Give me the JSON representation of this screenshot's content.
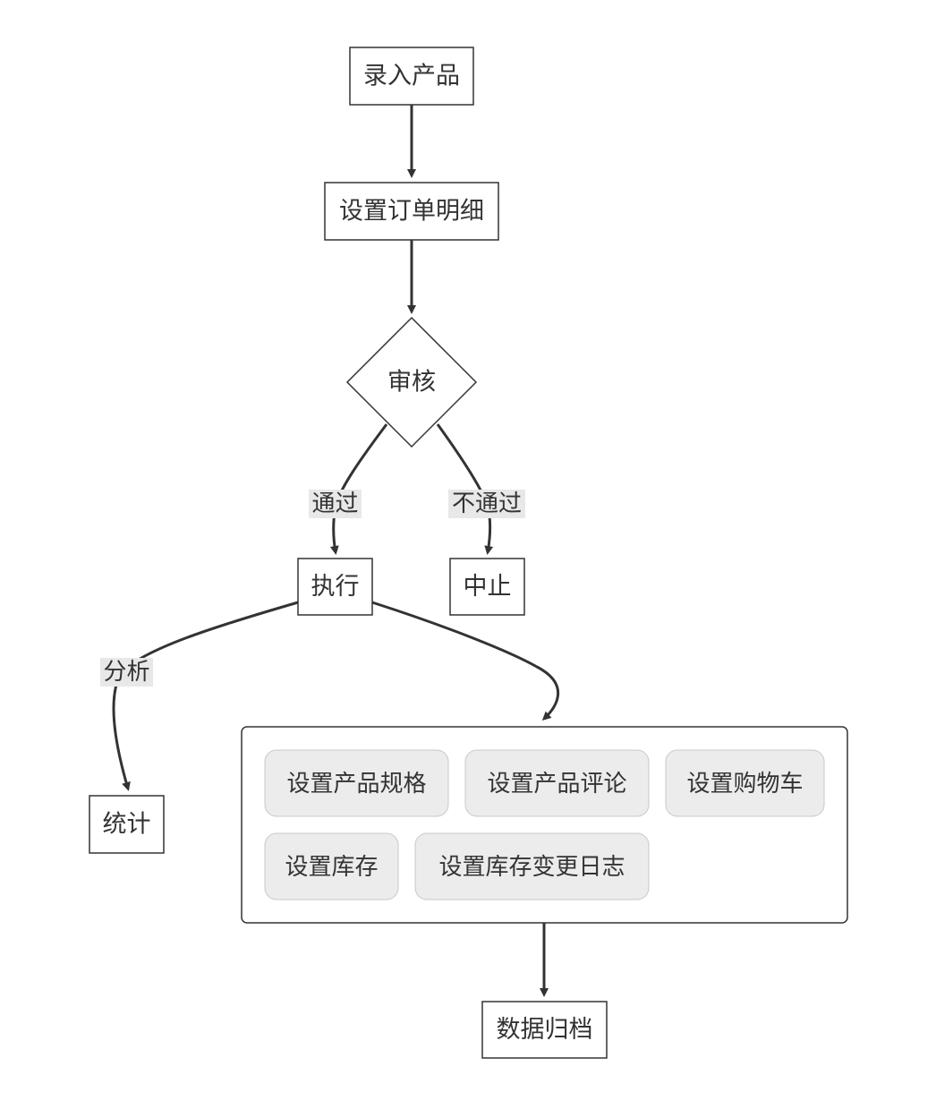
{
  "diagram": {
    "nodes": {
      "entry": "录入产品",
      "order_detail": "设置订单明细",
      "review": "审核",
      "execute": "执行",
      "abort": "中止",
      "stats": "统计",
      "archive": "数据归档"
    },
    "edge_labels": {
      "pass": "通过",
      "fail": "不通过",
      "analyze": "分析"
    },
    "group_items": [
      "设置产品规格",
      "设置产品评论",
      "设置购物车",
      "设置库存",
      "设置库存变更日志"
    ]
  }
}
